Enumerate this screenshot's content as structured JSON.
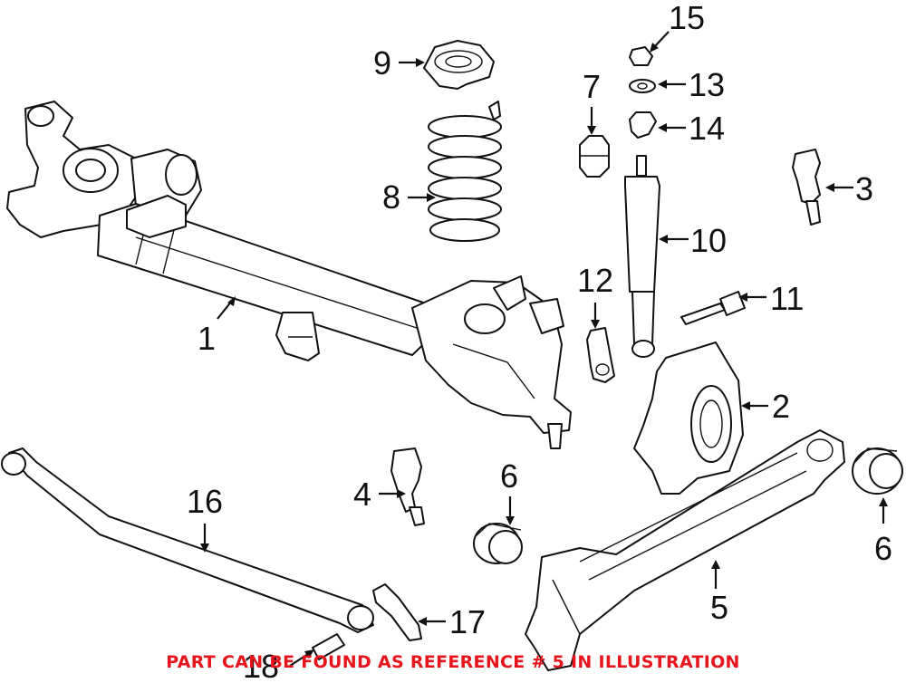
{
  "diagram": {
    "callouts": [
      "1",
      "2",
      "3",
      "4",
      "5",
      "6",
      "6",
      "7",
      "8",
      "9",
      "10",
      "11",
      "12",
      "13",
      "14",
      "15",
      "16",
      "17",
      "18"
    ]
  },
  "footer_note": "PART CAN BE FOUND AS REFERENCE # 5 IN ILLUSTRATION",
  "colors": {
    "note": "#e8141b",
    "line": "#111111",
    "background": "#ffffff"
  }
}
